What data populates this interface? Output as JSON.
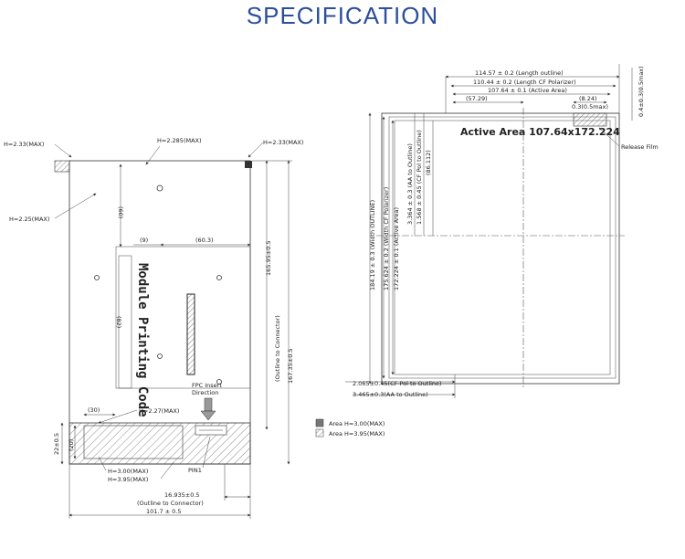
{
  "header": {
    "title": "SPECIFICATION"
  },
  "left": {
    "h_233_left": "H=2.33(MAX)",
    "h_2285": "H=2.285(MAX)",
    "h_233_right": "H=2.33(MAX)",
    "h_225": "H=2.25(MAX)",
    "dim_60": "(60)",
    "dim_9": "(9)",
    "dim_603": "(60.3)",
    "dim_82": "(82)",
    "module_code": "Module Printing Code",
    "dim_16595": "165.95±0.5",
    "dim_16595_sub": "(Outline to Connector)",
    "dim_16735": "167.35±0.5",
    "fpc_line1": "FPC Insert",
    "fpc_line2": "Direction",
    "h_227": "H=2.27(MAX)",
    "dim_30": "(30)",
    "dim_22": "22±0.5",
    "dim_20": "(20)",
    "h_300": "H=3.00(MAX)",
    "h_395": "H=3.95(MAX)",
    "pin1": "PIN1",
    "dim_16935": "16.935±0.5",
    "dim_16935_sub": "(Outline to Connector)",
    "dim_1017": "101.7 ± 0.5"
  },
  "legend": {
    "area1": "Area H=3.00(MAX)",
    "area2": "Area H=3.95(MAX)"
  },
  "right": {
    "dim_11457": "114.57 ± 0.2 (Length outline)",
    "dim_11044": "110.44 ± 0.2 (Length CF Polarizer)",
    "dim_10764": "107.64 ± 0.1 (Active Area)",
    "dim_5729": "(57.29)",
    "dim_824": "(8.24)",
    "dim_03": "0.3(0.5max)",
    "dim_top_right": "0.4±0.3(0.5max)",
    "active_area": "Active Area 107.64x172.224",
    "release_film": "Release Film",
    "dim_18419": "184.19 ± 0.3 (Width OUTLINE)",
    "dim_17562": "175.624 ± 0.2 (Width CF Polarizer)",
    "dim_172224": "172.224 ± 0.1 (Active Area)",
    "dim_3364": "3.364 ± 0.3 (AA to Outline)",
    "dim_1568": "1.568 ± 0.45 (CF Pol to Outline)",
    "dim_8612": "(86.112)",
    "dim_2065": "2.065±0.45(CF Pol to Outline)",
    "dim_3465": "3.465±0.3(AA to Outline)"
  }
}
